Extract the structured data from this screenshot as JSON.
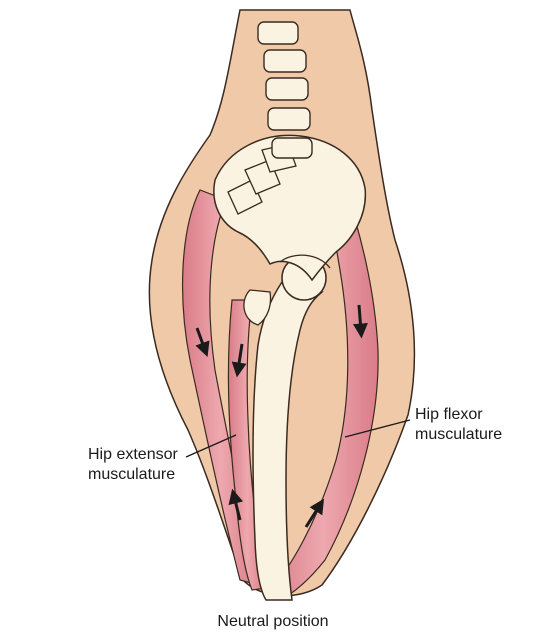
{
  "labels": {
    "extensor_line1": "Hip extensor",
    "extensor_line2": "musculature",
    "flexor_line1": "Hip flexor",
    "flexor_line2": "musculature"
  },
  "caption": "Neutral position",
  "colors": {
    "skin": "#f0c9a8",
    "skin_outline": "#3a2a20",
    "bone": "#fbf3e1",
    "bone_outline": "#3a2a20",
    "muscle": "#e79aa3",
    "muscle_dark": "#cf6d7b",
    "arrow": "#1a1a1a"
  },
  "icons": {
    "arrow_glyph": "arrow-icon"
  }
}
